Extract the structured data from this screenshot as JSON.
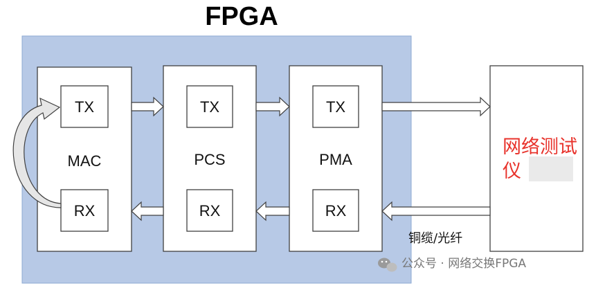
{
  "diagram": {
    "title": "FPGA",
    "blocks": {
      "mac": {
        "label": "MAC",
        "tx": "TX",
        "rx": "RX"
      },
      "pcs": {
        "label": "PCS",
        "tx": "TX",
        "rx": "RX"
      },
      "pma": {
        "label": "PMA",
        "tx": "TX",
        "rx": "RX"
      }
    },
    "tester": {
      "line1": "网络测试",
      "line2": "仪"
    },
    "link_label": "铜缆/光纤",
    "watermark": "公众号 · 网络交换FPGA"
  },
  "colors": {
    "fpga_fill": "#b7c9e6",
    "fpga_border": "#8eaad3",
    "block_fill": "#ffffff",
    "block_border": "#404040",
    "tester_text": "#e8322b",
    "loop_arrow": "#e6e6e6"
  }
}
